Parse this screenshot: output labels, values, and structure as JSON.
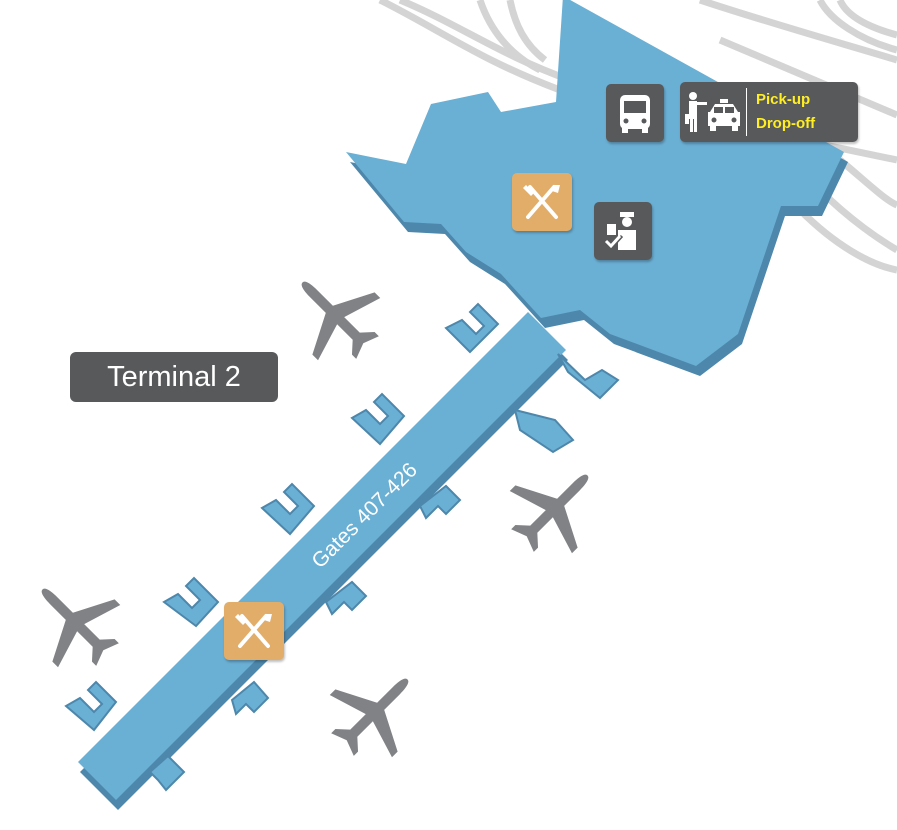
{
  "terminal": {
    "name": "Terminal 2"
  },
  "concourse": {
    "gates_label": "Gates 407-426"
  },
  "pickup": {
    "line1": "Pick-up",
    "line2": "Drop-off"
  },
  "icons": [
    {
      "name": "bus-icon",
      "meaning": "ground-transportation"
    },
    {
      "name": "taxi-icon",
      "meaning": "pick-up-drop-off"
    },
    {
      "name": "restaurant-icon",
      "meaning": "dining"
    },
    {
      "name": "customs-icon",
      "meaning": "passport-control"
    },
    {
      "name": "airplane-icon",
      "meaning": "aircraft"
    }
  ],
  "colors": {
    "terminal": "#6aafd4",
    "terminal_shadow": "#4d87ab",
    "road": "#d4d4d4",
    "plane": "#808285",
    "label_bg": "#58595b",
    "food_bg": "#e2ad69",
    "pickup_text": "#ffee22"
  }
}
